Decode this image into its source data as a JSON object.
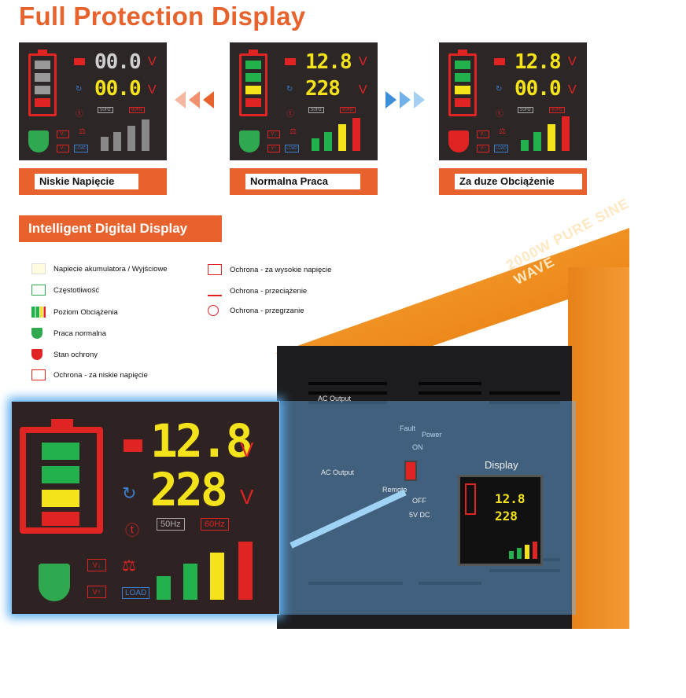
{
  "title": "Full Protection Display",
  "panels": [
    {
      "caption": "Niskie Napięcie",
      "top_value": "00.0",
      "bottom_value": "00.0",
      "unit": "V",
      "cells": [
        "#999999",
        "#999999",
        "#999999",
        "#e02424"
      ],
      "bars": [
        "#888888",
        "#888888",
        "#888888",
        "#888888"
      ],
      "shield_color": "#2fa84f",
      "digit_top_color": "#cfcfcf",
      "digit_bottom_color": "#f4e21a"
    },
    {
      "caption": "Normalna Praca",
      "top_value": "12.8",
      "bottom_value": "228",
      "unit": "V",
      "cells": [
        "#22b14c",
        "#22b14c",
        "#f4e21a",
        "#e02424"
      ],
      "bars": [
        "#22b14c",
        "#22b14c",
        "#f4e21a",
        "#e02424"
      ],
      "shield_color": "#2fa84f",
      "digit_top_color": "#f4e21a",
      "digit_bottom_color": "#f4e21a"
    },
    {
      "caption": "Za duze Obciążenie",
      "top_value": "12.8",
      "bottom_value": "00.0",
      "unit": "V",
      "cells": [
        "#22b14c",
        "#22b14c",
        "#f4e21a",
        "#e02424"
      ],
      "bars": [
        "#22b14c",
        "#22b14c",
        "#f4e21a",
        "#e02424"
      ],
      "shield_color": "#e02424",
      "digit_top_color": "#f4e21a",
      "digit_bottom_color": "#f4e21a"
    }
  ],
  "panel_labels": {
    "hz50": "50Hz",
    "hz60": "60Hz",
    "load": "LOAD",
    "v_down": "V↓",
    "v_up": "V↑"
  },
  "section_title": "Intelligent Digital Display",
  "legend_left": [
    {
      "text": "Napiecie akumulatora / Wyjściowe",
      "icon": "digits-icon"
    },
    {
      "text": "Częstotliwość",
      "icon": "frequency-icon"
    },
    {
      "text": "Poziom Obciążenia",
      "icon": "load-bars-icon"
    },
    {
      "text": "Praca normalna",
      "icon": "green-shield-icon"
    },
    {
      "text": "Stan ochrony",
      "icon": "red-shield-icon"
    },
    {
      "text": "Ochrona - za niskie napięcie",
      "icon": "low-voltage-icon"
    }
  ],
  "legend_right": [
    {
      "text": "Ochrona - za wysokie napięcie",
      "icon": "high-voltage-icon"
    },
    {
      "text": "Ochrona - przeciążenie",
      "icon": "overload-icon"
    },
    {
      "text": "Ochrona - przegrzanie",
      "icon": "overheat-icon"
    }
  ],
  "big_display": {
    "top_value": "12.8",
    "bottom_value": "228",
    "unit": "V",
    "hz50": "50Hz",
    "hz60": "60Hz",
    "load": "LOAD"
  },
  "device": {
    "model_text": "2000W PURE SINE WAVE",
    "ac_output_1": "AC Output",
    "ac_output_2": "AC Output",
    "fault": "Fault",
    "power": "Power",
    "on": "ON",
    "off": "OFF",
    "remote": "Remote",
    "usb": "5V DC",
    "display": "Display",
    "mini_top": "12.8",
    "mini_bottom": "228"
  },
  "colors": {
    "accent": "#e7622c",
    "green": "#22b14c",
    "yellow": "#f4e21a",
    "red": "#e02424",
    "panel_bg": "#2c2626"
  }
}
